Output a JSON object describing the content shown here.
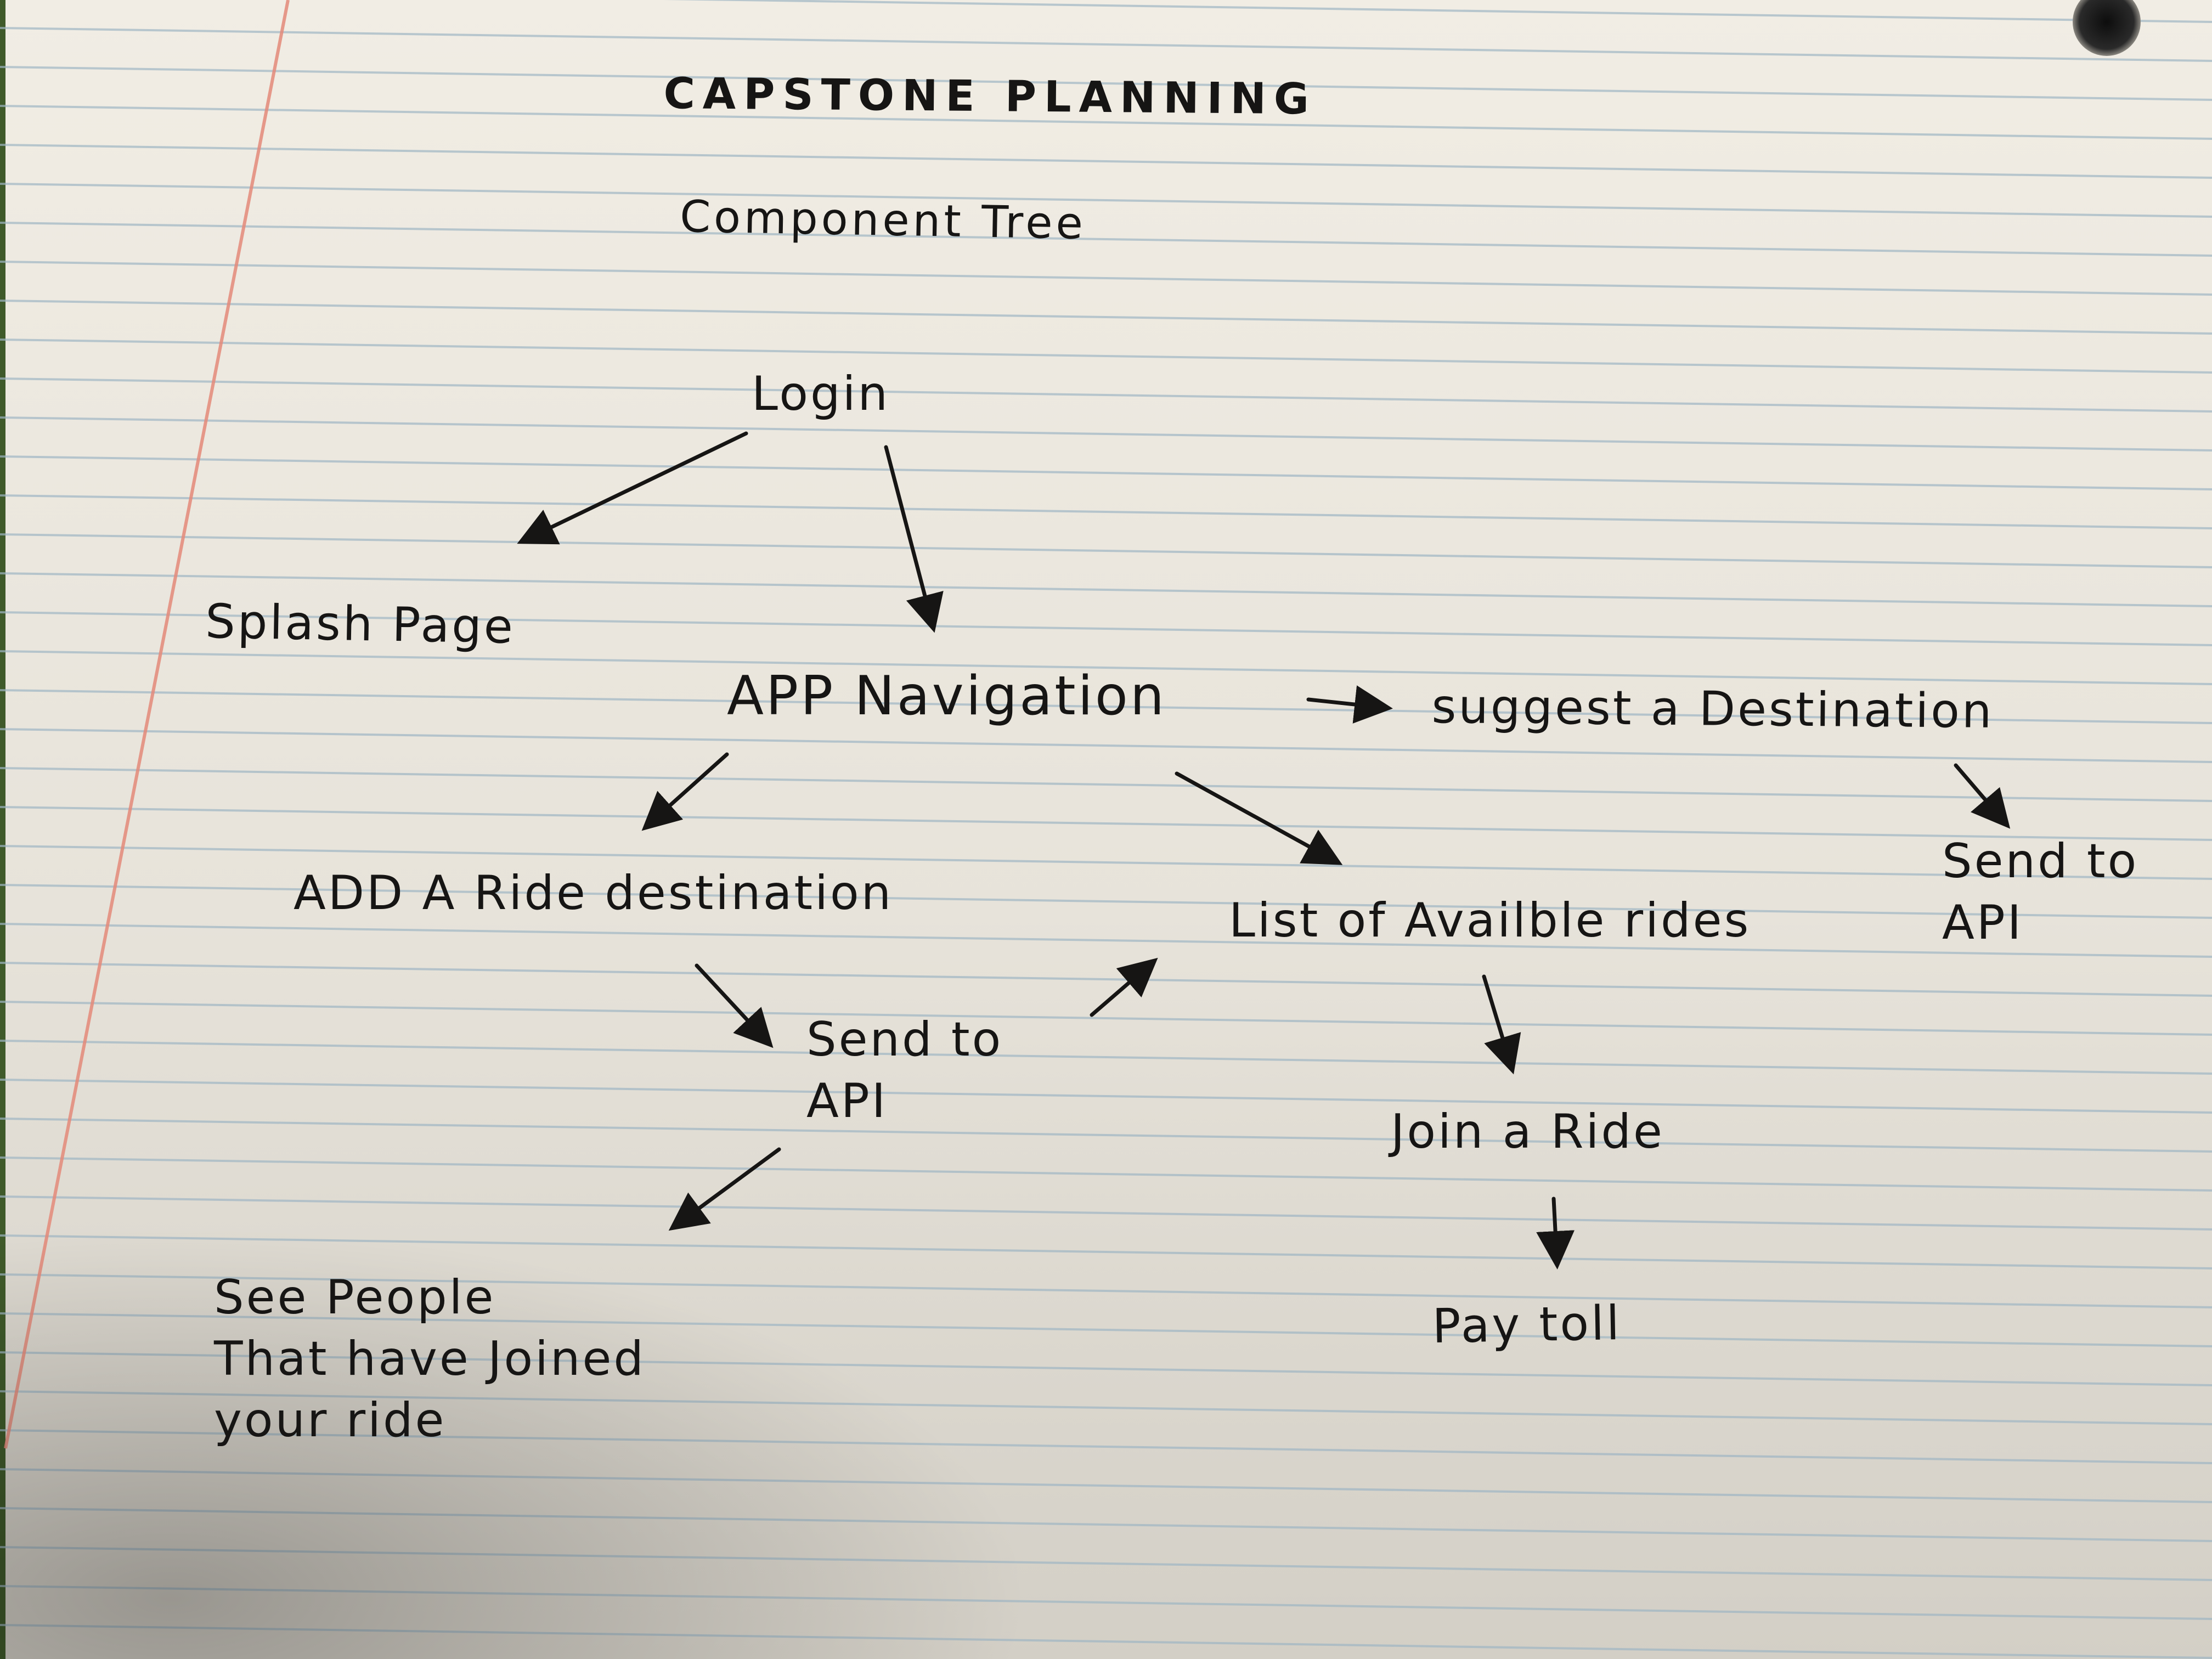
{
  "title": "CAPSTONE PLANNING",
  "subtitle": "Component Tree",
  "nodes": {
    "login": "Login",
    "splash_page": "Splash Page",
    "app_navigation": "APP Navigation",
    "suggest_destination": "suggest a Destination",
    "send_to_api_right": "Send to\nAPI",
    "add_ride_destination": "ADD A Ride destination",
    "list_available_rides": "List of Availble rides",
    "send_to_api_middle": "Send to\nAPI",
    "join_ride": "Join a Ride",
    "pay_toll": "Pay toll",
    "see_people": "See People\nThat have Joined\nyour ride"
  },
  "colors": {
    "paper": "#eeeae1",
    "rule_line": "#9fb6c4",
    "margin_line": "#e48a7a",
    "ink": "#161514"
  }
}
